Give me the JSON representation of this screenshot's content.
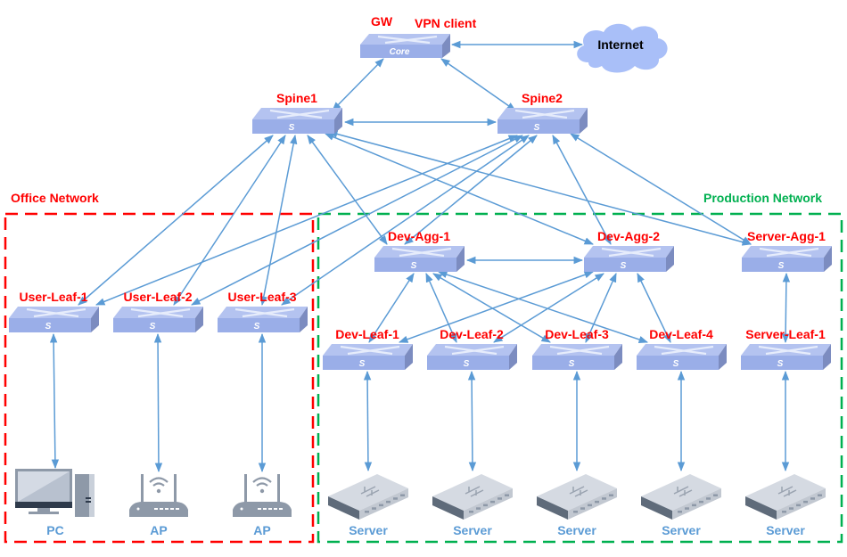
{
  "colors": {
    "link": "#5b9bd5",
    "switch_top": "#b4c3f0",
    "switch_front": "#9aaee8",
    "switch_side": "#7c8cc0",
    "label_red": "#ff0000",
    "label_blue": "#5b9bd5",
    "office_zone": "#ff0000",
    "production_zone": "#00b050",
    "cloud": "#a9bff8"
  },
  "zones": {
    "office": {
      "label": "Office Network"
    },
    "production": {
      "label": "Production Network"
    }
  },
  "core": {
    "label_left": "GW",
    "label_right": "VPN client",
    "badge": "Core"
  },
  "internet": {
    "label": "Internet"
  },
  "switches": [
    {
      "id": "spine1",
      "label": "Spine1",
      "badge": "S"
    },
    {
      "id": "spine2",
      "label": "Spine2",
      "badge": "S"
    },
    {
      "id": "dev-agg-1",
      "label": "Dev-Agg-1",
      "badge": "S"
    },
    {
      "id": "dev-agg-2",
      "label": "Dev-Agg-2",
      "badge": "S"
    },
    {
      "id": "server-agg-1",
      "label": "Server-Agg-1",
      "badge": "S"
    },
    {
      "id": "user-leaf-1",
      "label": "User-Leaf-1",
      "badge": "S"
    },
    {
      "id": "user-leaf-2",
      "label": "User-Leaf-2",
      "badge": "S"
    },
    {
      "id": "user-leaf-3",
      "label": "User-Leaf-3",
      "badge": "S"
    },
    {
      "id": "dev-leaf-1",
      "label": "Dev-Leaf-1",
      "badge": "S"
    },
    {
      "id": "dev-leaf-2",
      "label": "Dev-Leaf-2",
      "badge": "S"
    },
    {
      "id": "dev-leaf-3",
      "label": "Dev-Leaf-3",
      "badge": "S"
    },
    {
      "id": "dev-leaf-4",
      "label": "Dev-Leaf-4",
      "badge": "S"
    },
    {
      "id": "server-leaf-1",
      "label": "Server-Leaf-1",
      "badge": "S"
    }
  ],
  "endpoints": [
    {
      "id": "pc",
      "type": "pc",
      "label": "PC"
    },
    {
      "id": "ap-1",
      "type": "ap",
      "label": "AP"
    },
    {
      "id": "ap-2",
      "type": "ap",
      "label": "AP"
    },
    {
      "id": "server-1",
      "type": "server",
      "label": "Server"
    },
    {
      "id": "server-2",
      "type": "server",
      "label": "Server"
    },
    {
      "id": "server-3",
      "type": "server",
      "label": "Server"
    },
    {
      "id": "server-4",
      "type": "server",
      "label": "Server"
    },
    {
      "id": "server-5",
      "type": "server",
      "label": "Server"
    }
  ],
  "links": [
    [
      "core",
      "internet",
      "both"
    ],
    [
      "core",
      "spine1",
      "both"
    ],
    [
      "core",
      "spine2",
      "both"
    ],
    [
      "spine1",
      "spine2",
      "both"
    ],
    [
      "spine1",
      "user-leaf-1",
      "both"
    ],
    [
      "spine1",
      "user-leaf-2",
      "both"
    ],
    [
      "spine1",
      "user-leaf-3",
      "both"
    ],
    [
      "spine1",
      "dev-agg-1",
      "both"
    ],
    [
      "spine1",
      "dev-agg-2",
      "both"
    ],
    [
      "spine1",
      "server-agg-1",
      "both"
    ],
    [
      "spine2",
      "user-leaf-1",
      "both"
    ],
    [
      "spine2",
      "user-leaf-2",
      "both"
    ],
    [
      "spine2",
      "user-leaf-3",
      "both"
    ],
    [
      "spine2",
      "dev-agg-1",
      "both"
    ],
    [
      "spine2",
      "dev-agg-2",
      "both"
    ],
    [
      "spine2",
      "server-agg-1",
      "both"
    ],
    [
      "dev-agg-1",
      "dev-agg-2",
      "both"
    ],
    [
      "dev-agg-1",
      "dev-leaf-1",
      "both"
    ],
    [
      "dev-agg-1",
      "dev-leaf-2",
      "both"
    ],
    [
      "dev-agg-1",
      "dev-leaf-3",
      "both"
    ],
    [
      "dev-agg-1",
      "dev-leaf-4",
      "both"
    ],
    [
      "dev-agg-2",
      "dev-leaf-1",
      "both"
    ],
    [
      "dev-agg-2",
      "dev-leaf-2",
      "both"
    ],
    [
      "dev-agg-2",
      "dev-leaf-3",
      "both"
    ],
    [
      "dev-agg-2",
      "dev-leaf-4",
      "both"
    ],
    [
      "server-agg-1",
      "server-leaf-1",
      "both"
    ],
    [
      "user-leaf-1",
      "pc",
      "both"
    ],
    [
      "user-leaf-2",
      "ap-1",
      "both"
    ],
    [
      "user-leaf-3",
      "ap-2",
      "both"
    ],
    [
      "dev-leaf-1",
      "server-1",
      "both"
    ],
    [
      "dev-leaf-2",
      "server-2",
      "both"
    ],
    [
      "dev-leaf-3",
      "server-3",
      "both"
    ],
    [
      "dev-leaf-4",
      "server-4",
      "both"
    ],
    [
      "server-leaf-1",
      "server-5",
      "both"
    ]
  ]
}
